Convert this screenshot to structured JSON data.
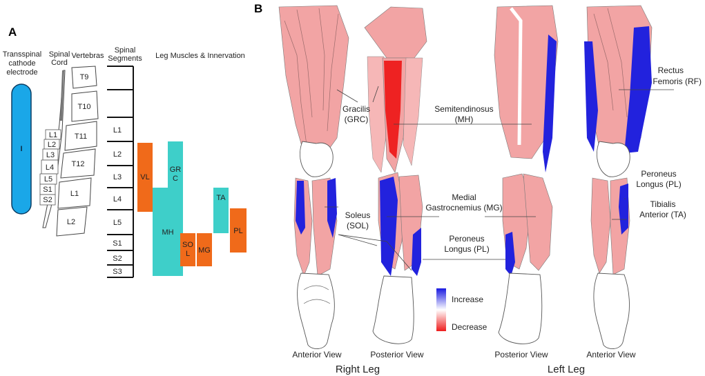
{
  "panel_a": {
    "letter": "A",
    "electrode_label": [
      "Transspinal",
      "cathode",
      "electrode"
    ],
    "electrode_mark": "I",
    "electrode_color": "#1aa7e8",
    "spinal_cord_label": [
      "Spinal",
      "Cord"
    ],
    "vertebras_label": "Vertebras",
    "spinal_segments_label": [
      "Spinal",
      "Segments"
    ],
    "muscles_label": "Leg Muscles & Innervation",
    "cord_roots": [
      "L1",
      "L2",
      "L3",
      "L4",
      "L5",
      "S1",
      "S2"
    ],
    "vertebrae": [
      "T9",
      "T10",
      "T11",
      "T12",
      "L1",
      "L2"
    ],
    "segments": [
      "L1",
      "L2",
      "L3",
      "L4",
      "L5",
      "S1",
      "S2",
      "S3"
    ],
    "innervation_bars": [
      {
        "label": "VL",
        "color": "#f06a1a"
      },
      {
        "label": "MH",
        "color": "#3ecfc9"
      },
      {
        "label": [
          "GR",
          "C"
        ],
        "color": "#3ecfc9"
      },
      {
        "label": [
          "SO",
          "L"
        ],
        "color": "#f06a1a"
      },
      {
        "label": "MG",
        "color": "#f06a1a"
      },
      {
        "label": "TA",
        "color": "#3ecfc9"
      },
      {
        "label": "PL",
        "color": "#f06a1a"
      }
    ]
  },
  "panel_b": {
    "letter": "B",
    "labels": {
      "gracilis": [
        "Gracilis",
        "(GRC)"
      ],
      "semitendinosus": [
        "Semitendinosus",
        "(MH)"
      ],
      "soleus": [
        "Soleus",
        "(SOL)"
      ],
      "medial_gastrocnemius": [
        "Medial",
        "Gastrocnemius (MG)"
      ],
      "peroneus_longus_center": [
        "Peroneus",
        "Longus (PL)"
      ],
      "rectus_femoris": [
        "Rectus",
        "Femoris (RF)"
      ],
      "peroneus_longus_right": [
        "Peroneus",
        "Longus (PL)"
      ],
      "tibialis_anterior": [
        "Tibialis",
        "Anterior (TA)"
      ]
    },
    "legend": {
      "increase": "Increase",
      "decrease": "Decrease",
      "increase_color": "#1a1ae0",
      "decrease_color": "#ee1c1c"
    },
    "views": [
      "Anterior View",
      "Posterior View",
      "Posterior View",
      "Anterior View"
    ],
    "legs": [
      "Right Leg",
      "Left Leg"
    ],
    "colors": {
      "muscle": "#f2a4a4",
      "increase_muscle": "#2222dd",
      "decrease_muscle": "#ee2222"
    }
  }
}
